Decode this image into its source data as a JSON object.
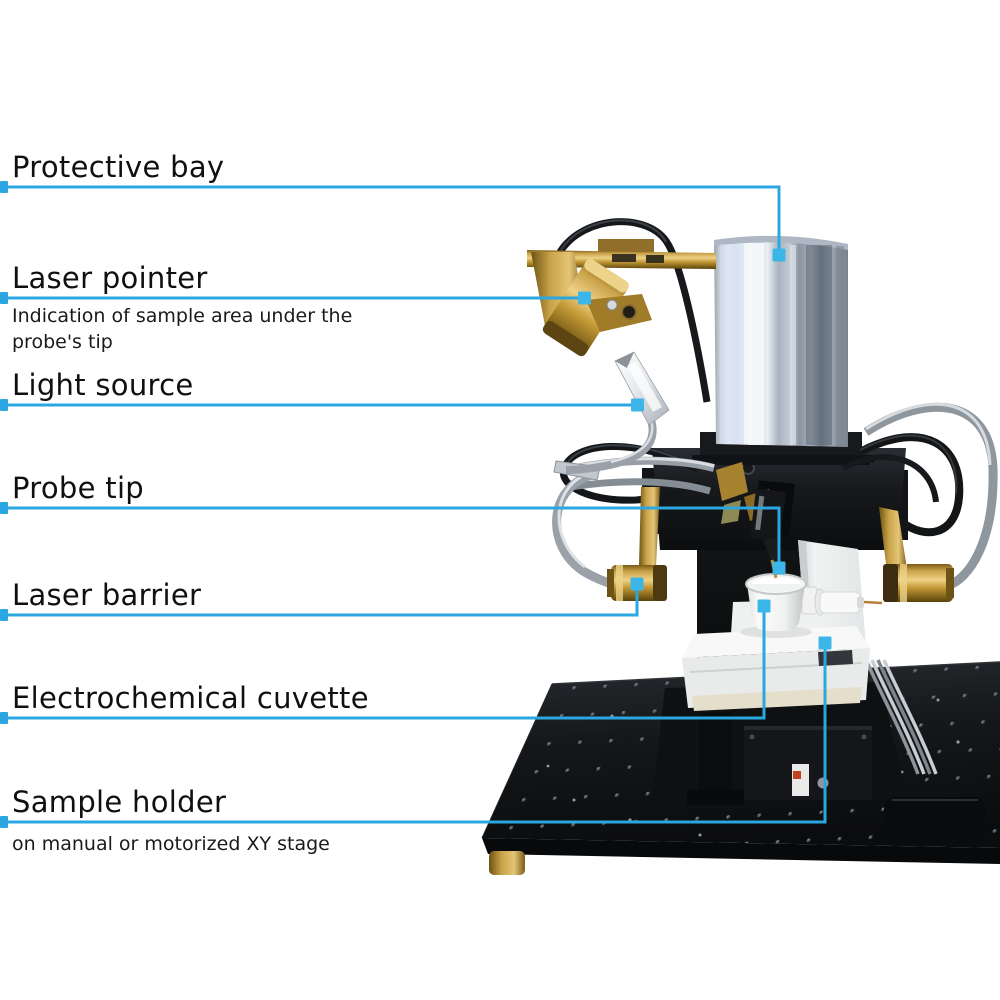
{
  "figure": {
    "colors": {
      "background": "#ffffff",
      "leader_line": "#2aa7e0",
      "marker": "#3cb6e8",
      "label_text": "#101010",
      "steel_cylinder": "#c6cdd6",
      "brass": "#c9a348",
      "table_black": "#15171a",
      "stage_white": "#f7f8f7"
    },
    "labels": [
      {
        "id": "protective-bay",
        "title": "Protective bay",
        "subtitle": ""
      },
      {
        "id": "laser-pointer",
        "title": "Laser pointer",
        "subtitle": "Indication of sample area under the probe's tip"
      },
      {
        "id": "light-source",
        "title": "Light source",
        "subtitle": ""
      },
      {
        "id": "probe-tip",
        "title": "Probe tip",
        "subtitle": ""
      },
      {
        "id": "laser-barrier",
        "title": "Laser barrier",
        "subtitle": ""
      },
      {
        "id": "electrochemical-cuvette",
        "title": "Electrochemical cuvette",
        "subtitle": ""
      },
      {
        "id": "sample-holder",
        "title": "Sample holder",
        "subtitle": "on manual or motorized XY stage"
      }
    ]
  }
}
